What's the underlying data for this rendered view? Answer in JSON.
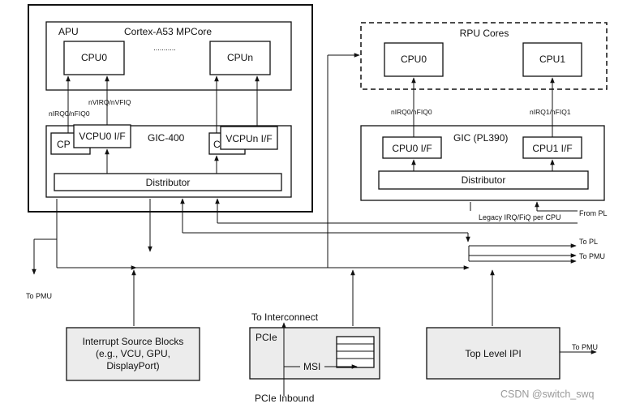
{
  "apu": {
    "label": "APU",
    "title": "Cortex-A53 MPCore",
    "cpu0": "CPU0",
    "dots": "...........",
    "cpun": "CPUn",
    "sig0": "nIRQ0/nFIQ0",
    "vsig": "nVIRQ/nVFIQ",
    "gic": {
      "title": "GIC-400",
      "cpu_if_partial_0": "CP",
      "vcpu0": "VCPU0 I/F",
      "cpu_if_partial_n": "C",
      "vcpun": "VCPUn I/F",
      "distributor": "Distributor"
    }
  },
  "rpu": {
    "title": "RPU Cores",
    "cpu0": "CPU0",
    "cpu1": "CPU1",
    "sig0": "nIRQ0/nFIQ0",
    "sig1": "nIRQ1/nFIQ1",
    "gic": {
      "title": "GIC (PL390)",
      "cpu0_if": "CPU0 I/F",
      "cpu1_if": "CPU1 I/F",
      "distributor": "Distributor"
    }
  },
  "labels": {
    "from_pl": "From PL",
    "legacy": "Legacy IRQ/FiQ per CPU",
    "to_pl": "To PL",
    "to_pmu_right": "To PMU",
    "to_pmu_left": "To PMU",
    "to_interconnect": "To Interconnect",
    "pcie_inbound": "PCIe Inbound",
    "to_pmu_ipi": "To PMU"
  },
  "blocks": {
    "interrupt_sources": [
      "Interrupt Source Blocks",
      "(e.g., VCU, GPU,",
      "DisplayPort)"
    ],
    "pcie": "PCIe",
    "msi": "MSI",
    "top_ipi": "Top Level IPI"
  },
  "watermark": "CSDN @switch_swq"
}
